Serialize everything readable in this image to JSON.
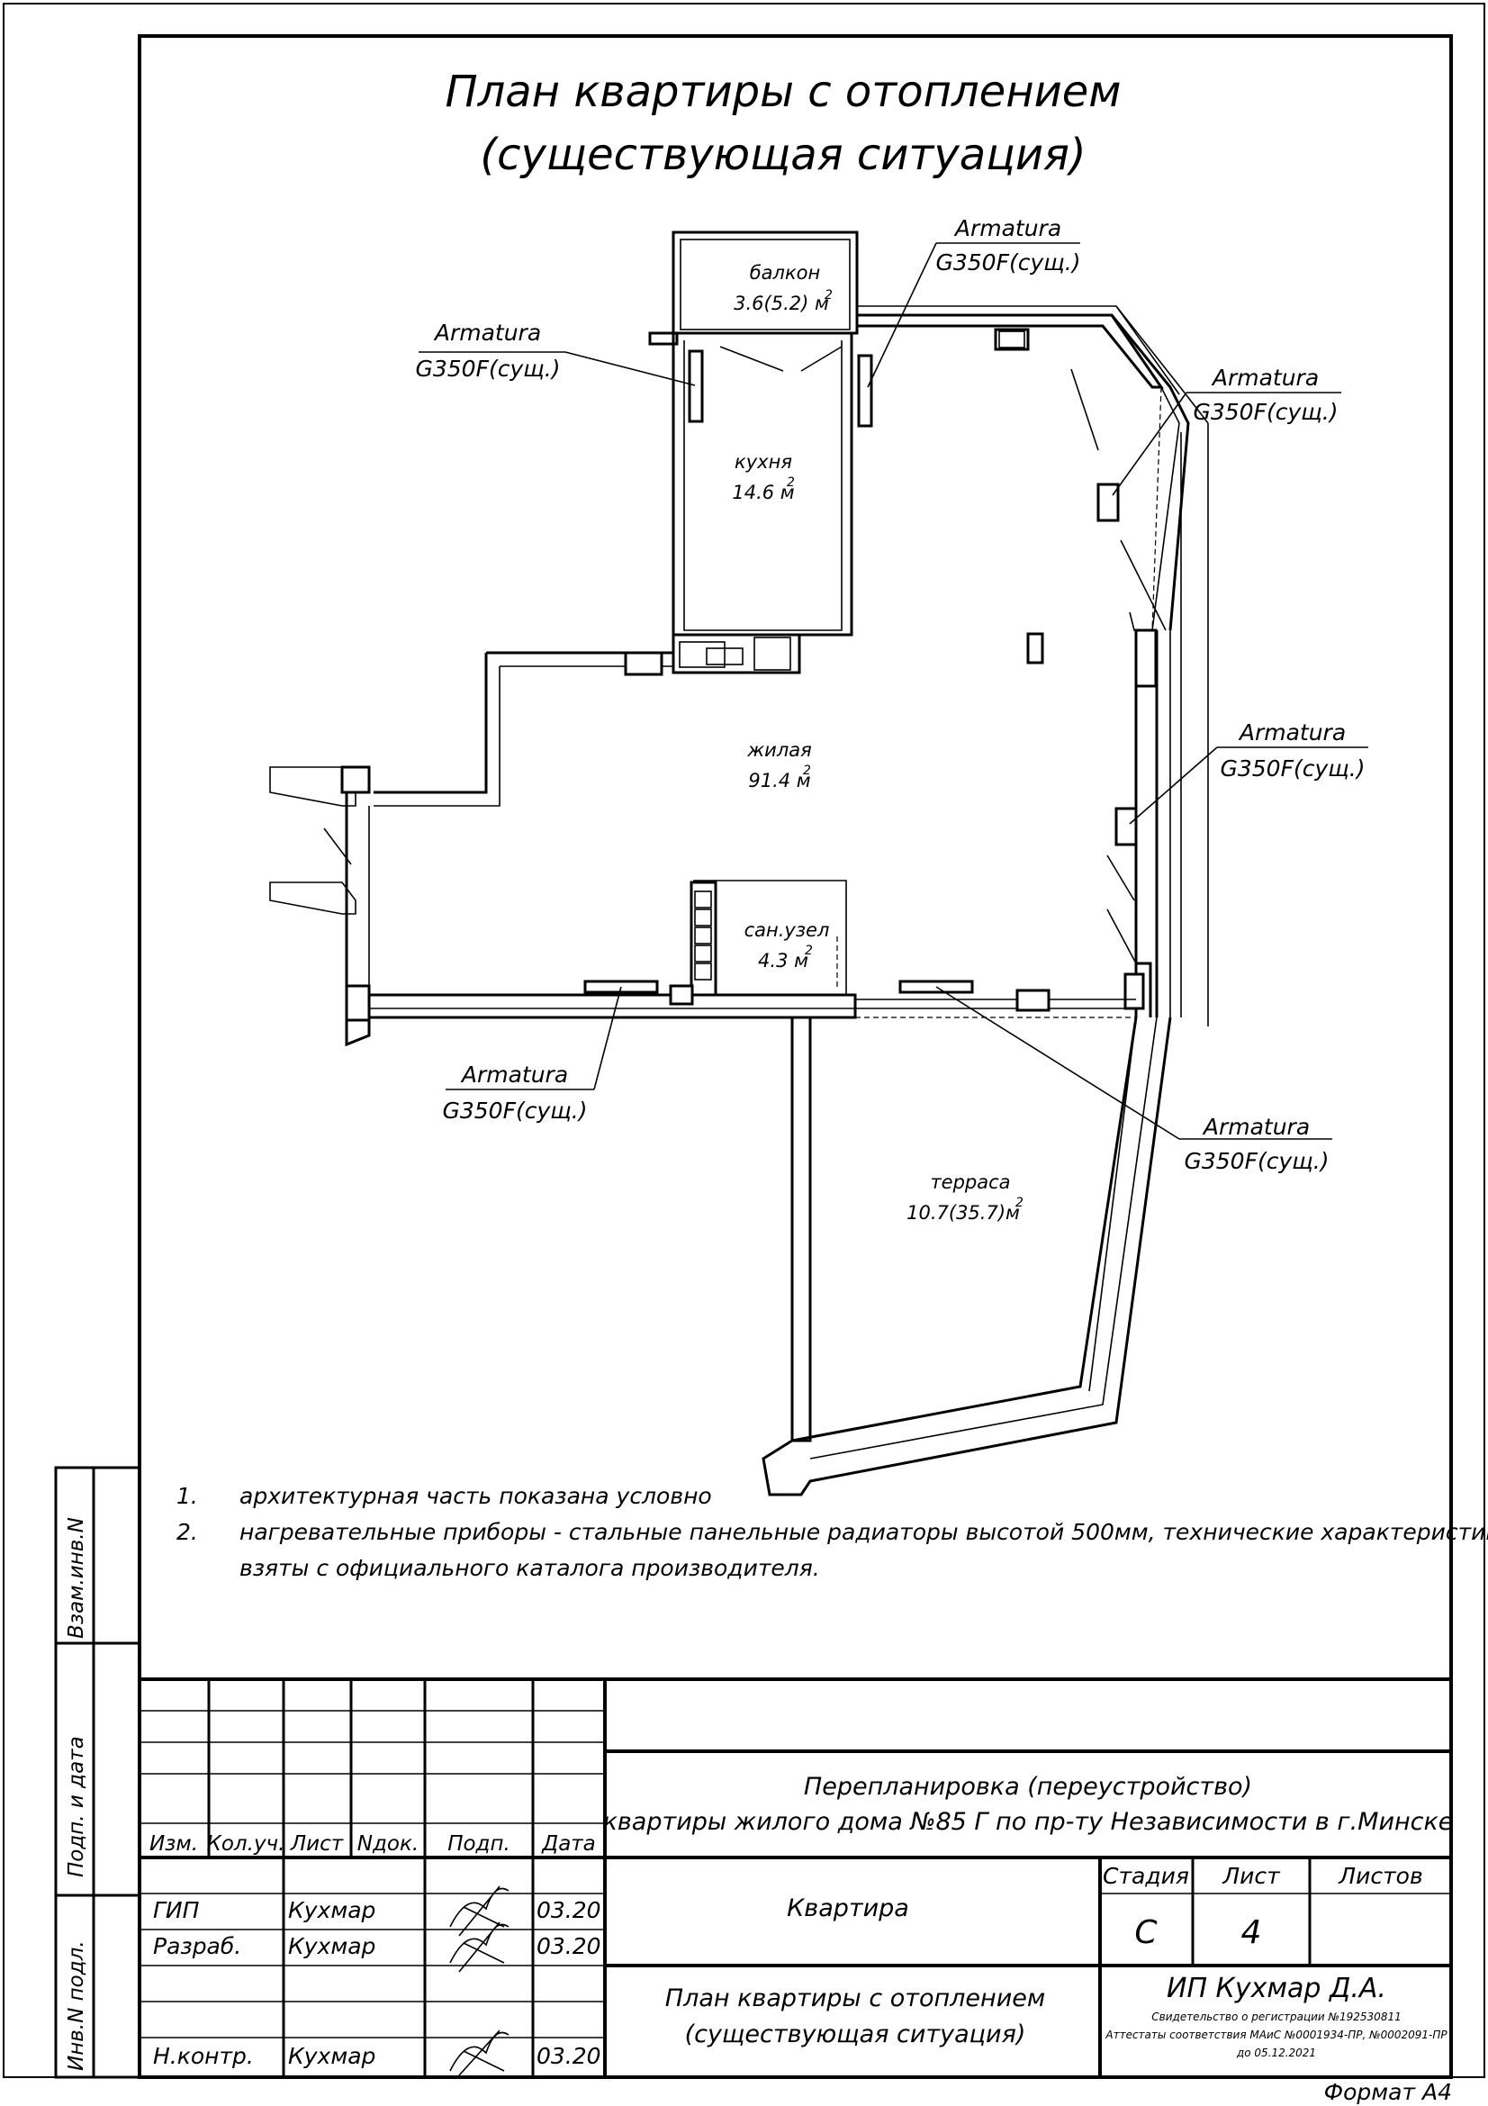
{
  "title": {
    "line1": "План квартиры с отоплением",
    "line2": "(существующая ситуация)"
  },
  "rooms": {
    "balcony": {
      "name": "балкон",
      "area": "3.6(5.2) м",
      "sup": "2"
    },
    "kitchen": {
      "name": "кухня",
      "area": "14.6 м",
      "sup": "2"
    },
    "living": {
      "name": "жилая",
      "area": "91.4 м",
      "sup": "2"
    },
    "bathroom": {
      "name": "сан.узел",
      "area": "4.3 м",
      "sup": "2"
    },
    "terrace": {
      "name": "терраса",
      "area": "10.7(35.7)м",
      "sup": "2"
    }
  },
  "radiator_labels": [
    {
      "brand": "Armatura",
      "model": "G350F(сущ.)"
    },
    {
      "brand": "Armatura",
      "model": "G350F(сущ.)"
    },
    {
      "brand": "Armatura",
      "model": "G350F(сущ.)"
    },
    {
      "brand": "Armatura",
      "model": "G350F(сущ.)"
    },
    {
      "brand": "Armatura",
      "model": "G350F(сущ.)"
    },
    {
      "brand": "Armatura",
      "model": "G350F(сущ.)"
    }
  ],
  "notes": [
    {
      "num": "1.",
      "text": "архитектурная часть показана условно"
    },
    {
      "num": "2.",
      "text": "нагревательные приборы - стальные панельные радиаторы высотой 500мм, технические характеристики"
    },
    {
      "num": "",
      "text": "взяты с официального каталога производителя."
    }
  ],
  "side_stamp": {
    "inv_sub": "Взам.инв.N",
    "sign_date": "Подп. и дата",
    "inv_orig": "Инв.N подл."
  },
  "title_block": {
    "headers": [
      "Изм.",
      "Кол.уч.",
      "Лист",
      "Nдок.",
      "Подп.",
      "Дата"
    ],
    "rows": [
      {
        "role": "ГИП",
        "name": "Кухмар",
        "date": "03.20"
      },
      {
        "role": "Разраб.",
        "name": "Кухмар",
        "date": "03.20"
      },
      {
        "role": "Н.контр.",
        "name": "Кухмар",
        "date": "03.20"
      }
    ],
    "project_line1": "Перепланировка (переустройство)",
    "project_line2": "квартиры жилого дома №85 Г по пр-ту Независимости в г.Минске",
    "object": "Квартира",
    "sheet_title1": "План квартиры с отоплением",
    "sheet_title2": "(существующая ситуация)",
    "stage_label": "Стадия",
    "sheet_label": "Лист",
    "sheets_label": "Листов",
    "stage": "С",
    "sheet": "4",
    "sheets": "",
    "company": "ИП Кухмар Д.А.",
    "cert1": "Свидетельство о регистрации №192530811",
    "cert2": "Аттестаты соответствия МАиС №0001934-ПР, №0002091-ПР",
    "cert3": "до 05.12.2021"
  },
  "format": "Формат А4"
}
